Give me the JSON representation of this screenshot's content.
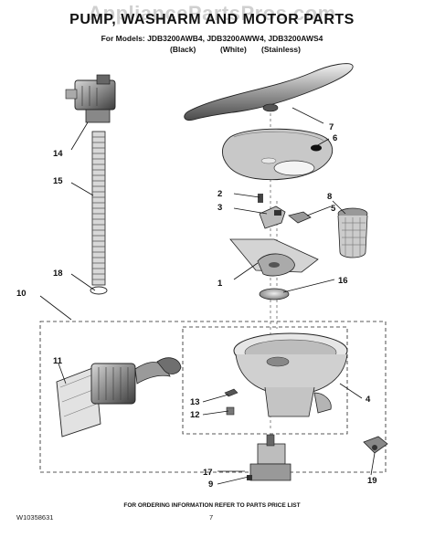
{
  "header": {
    "watermark": "AppliancePartsPros.com",
    "title": "PUMP, WASHARM AND MOTOR PARTS",
    "models": "For Models: JDB3200AWB4, JDB3200AWW4, JDB3200AWS4",
    "colors": [
      "(Black)",
      "(White)",
      "(Stainless)"
    ]
  },
  "callouts": [
    "1",
    "2",
    "3",
    "4",
    "5",
    "6",
    "7",
    "8",
    "9",
    "10",
    "11",
    "12",
    "13",
    "14",
    "15",
    "16",
    "17",
    "18",
    "19"
  ],
  "footer": {
    "ordering_note": "FOR ORDERING INFORMATION REFER TO PARTS PRICE LIST",
    "doc_number": "W10358631",
    "page_number": "7"
  }
}
